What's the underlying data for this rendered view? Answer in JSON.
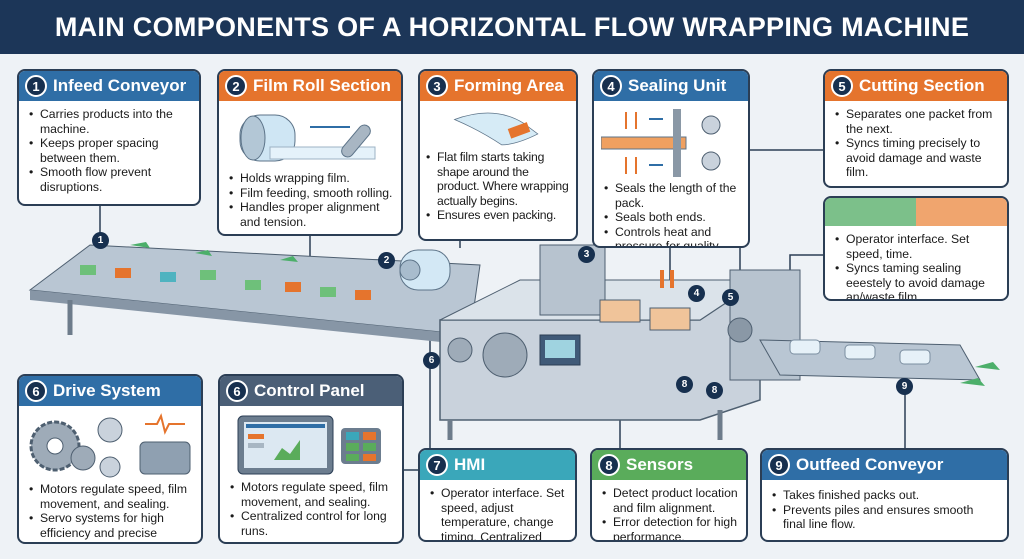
{
  "title": "MAIN COMPONENTS OF A HORIZONTAL FLOW WRAPPING MACHINE",
  "colors": {
    "navy": "#1c3658",
    "blue": "#2f6ea6",
    "orange": "#e5742d",
    "slate": "#4b5f77",
    "teal": "#3aa7ba",
    "green": "#5aac5b"
  },
  "cards": {
    "infeed": {
      "num": "1",
      "title": "Infeed Conveyor",
      "items": [
        "Carries products into the machine.",
        "Keeps proper spacing between them.",
        "Smooth flow prevent disruptions."
      ]
    },
    "film": {
      "num": "2",
      "title": "Film Roll Section",
      "items": [
        "Holds wrapping film.",
        "Film feeding, smooth rolling.",
        "Handles proper alignment and tension."
      ]
    },
    "forming": {
      "num": "3",
      "title": "Forming Area",
      "items": [
        "Flat film starts taking shape around the product. Where wrapping actually begins.",
        "Ensures even packing."
      ]
    },
    "sealing": {
      "num": "4",
      "title": "Sealing Unit",
      "items": [
        "Seals the length of the pack.",
        "Seals both ends.",
        "Controls heat and pressure for quality."
      ]
    },
    "cutting": {
      "num": "5",
      "title": "Cutting Section",
      "items": [
        "Separates one packet from the next.",
        "Syncs timing precisely to avoid damage and waste film."
      ]
    },
    "extra": {
      "items": [
        "Operator interface. Set speed, time.",
        "Syncs taming sealing eeestely to avoid damage an/waste film."
      ]
    },
    "drive": {
      "num": "6",
      "title": "Drive System",
      "items": [
        "Motors regulate speed, film movement, and sealing.",
        "Servo systems for high efficiency and precise control."
      ]
    },
    "control": {
      "num": "6",
      "title": "Control Panel",
      "items": [
        "Motors regulate speed, film movement, and sealing.",
        "Centralized control for long runs."
      ]
    },
    "hmi": {
      "num": "7",
      "title": "HMI",
      "items": [
        "Operator interface. Set speed, adjust temperature, change timing. Centralized control for long runs."
      ]
    },
    "sensors": {
      "num": "8",
      "title": "Sensors",
      "items": [
        "Detect product location and film alignment.",
        "Error detection for high performance."
      ]
    },
    "outfeed": {
      "num": "9",
      "title": "Outfeed Conveyor",
      "items": [
        "Takes finished packs out.",
        "Prevents piles and ensures smooth final line flow."
      ]
    }
  },
  "markers": [
    "1",
    "2",
    "3",
    "4",
    "5",
    "6",
    "8",
    "8",
    "9"
  ]
}
